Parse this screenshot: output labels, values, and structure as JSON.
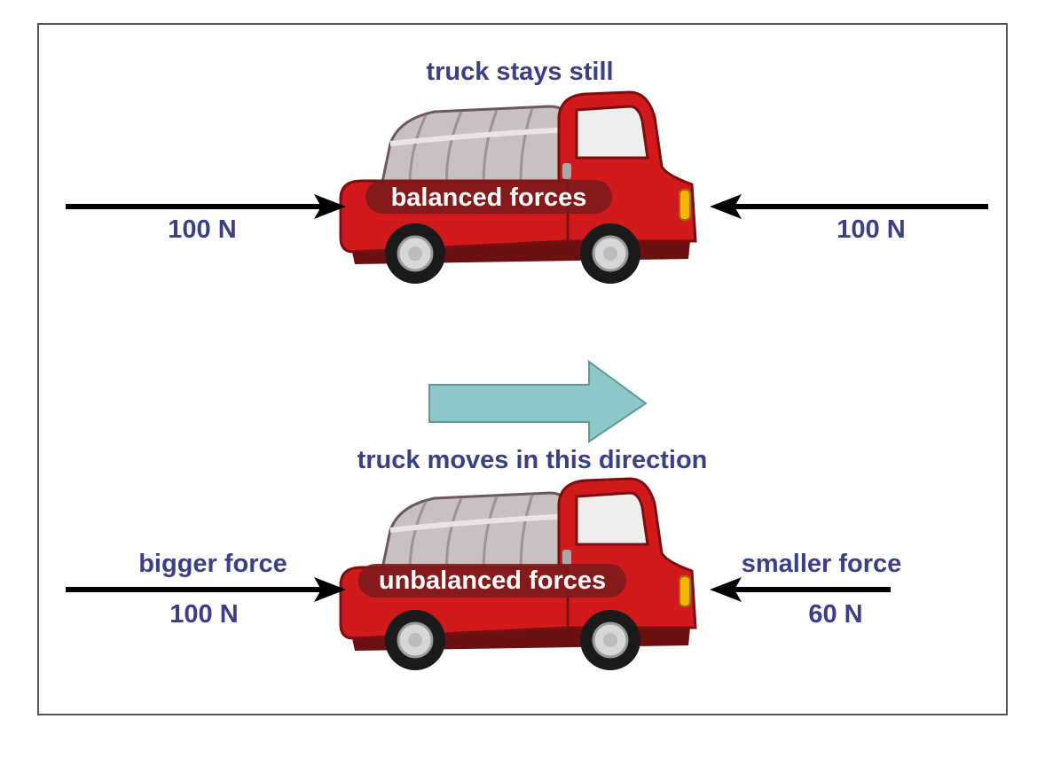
{
  "colors": {
    "label_text": "#3b3f86",
    "truck_red": "#d2191c",
    "truck_dark_red": "#8e1414",
    "cover_grey": "#c9c0c2",
    "motion_arrow": "#8ec7c8",
    "force_arrow": "#000000",
    "body_label_bg": "#7d1a1a"
  },
  "icons": {
    "truck": "truck-icon",
    "motion_arrow": "arrow-right-icon"
  },
  "top": {
    "caption": "truck stays still",
    "body_label": "balanced forces",
    "left_force": {
      "value": "100 N",
      "magnitude_n": 100
    },
    "right_force": {
      "value": "100 N",
      "magnitude_n": 100
    }
  },
  "middle": {
    "caption": "truck moves in this direction"
  },
  "bottom": {
    "body_label": "unbalanced forces",
    "left_force": {
      "title": "bigger force",
      "value": "100 N",
      "magnitude_n": 100
    },
    "right_force": {
      "title": "smaller force",
      "value": "60 N",
      "magnitude_n": 60
    }
  }
}
